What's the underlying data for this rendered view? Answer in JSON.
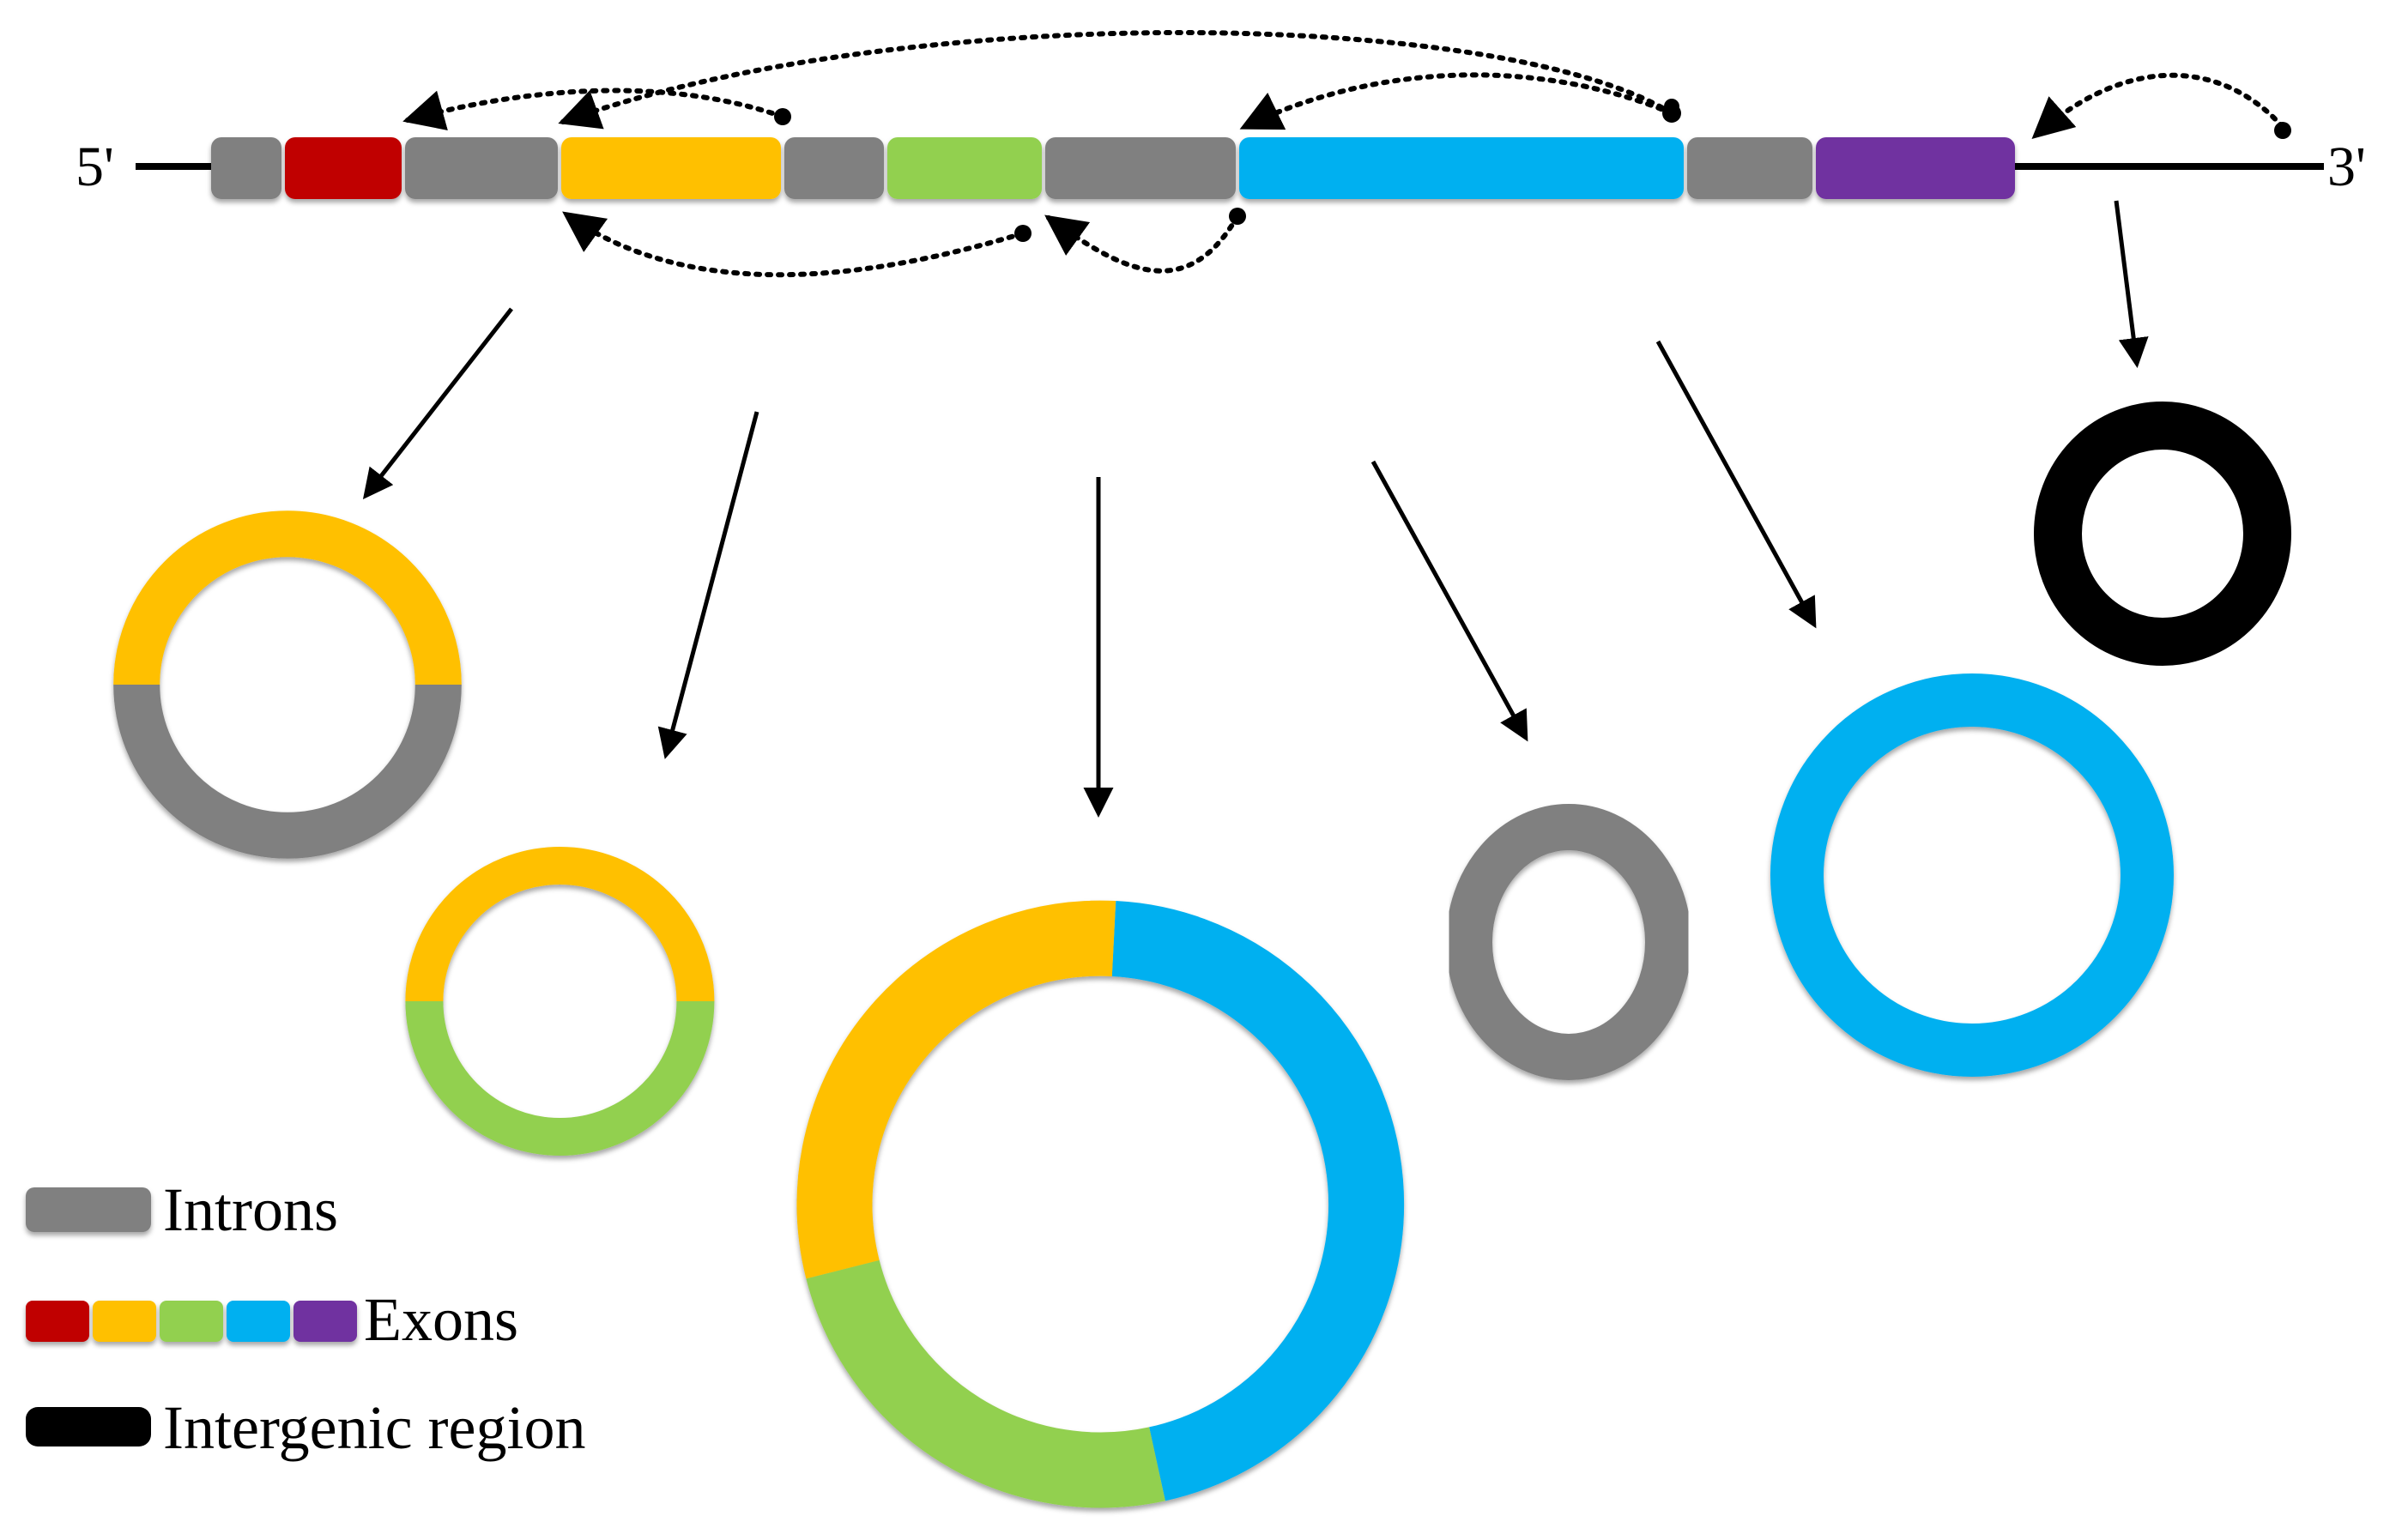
{
  "gene": {
    "five_prime": "5'",
    "three_prime": "3'"
  },
  "legend": {
    "introns": "Introns",
    "exons": "Exons",
    "intergenic": "Intergenic region"
  },
  "colors": {
    "intron": "#808080",
    "exon_red": "#C00000",
    "exon_yellow": "#FFC000",
    "exon_green": "#92D050",
    "exon_blue": "#00B0F0",
    "exon_purple": "#7030A0",
    "intergenic": "#000000"
  }
}
